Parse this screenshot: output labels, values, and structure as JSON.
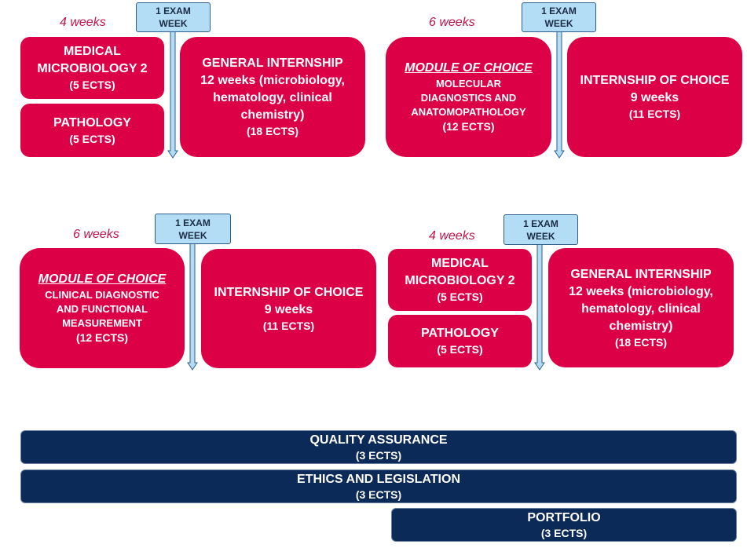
{
  "q1": {
    "weeks": "4 weeks",
    "exam": [
      "1 EXAM",
      "WEEK"
    ],
    "box_a": [
      "MEDICAL",
      "MICROBIOLOGY 2",
      "(5 ECTS)"
    ],
    "box_b": [
      "PATHOLOGY",
      "(5 ECTS)"
    ],
    "box_c": [
      "GENERAL INTERNSHIP",
      "12 weeks (microbiology,",
      "hematology, clinical",
      "chemistry)",
      "(18 ECTS)"
    ]
  },
  "q2": {
    "weeks": "6 weeks",
    "exam": [
      "1 EXAM",
      "WEEK"
    ],
    "box_a": [
      "MODULE OF CHOICE",
      "MOLECULAR",
      "DIAGNOSTICS AND",
      "ANATOMOPATHOLOGY",
      "(12 ECTS)"
    ],
    "box_b": [
      "INTERNSHIP OF CHOICE",
      "9 weeks",
      "(11 ECTS)"
    ]
  },
  "q3": {
    "weeks": "6 weeks",
    "exam": [
      "1 EXAM",
      "WEEK"
    ],
    "box_a": [
      "MODULE OF CHOICE",
      "CLINICAL DIAGNOSTIC",
      "AND FUNCTIONAL",
      "MEASUREMENT",
      "(12 ECTS)"
    ],
    "box_b": [
      "INTERNSHIP OF CHOICE",
      "9 weeks",
      "(11 ECTS)"
    ]
  },
  "q4": {
    "weeks": "4 weeks",
    "exam": [
      "1 EXAM",
      "WEEK"
    ],
    "box_a": [
      "MEDICAL",
      "MICROBIOLOGY 2",
      "(5 ECTS)"
    ],
    "box_b": [
      "PATHOLOGY",
      "(5 ECTS)"
    ],
    "box_c": [
      "GENERAL INTERNSHIP",
      "12 weeks (microbiology,",
      "hematology, clinical",
      "chemistry)",
      "(18 ECTS)"
    ]
  },
  "bars": {
    "quality": [
      "QUALITY ASSURANCE",
      "(3 ECTS)"
    ],
    "ethics": [
      "ETHICS AND LEGISLATION",
      "(3 ECTS)"
    ],
    "portfolio": [
      "PORTFOLIO",
      "(3 ECTS)"
    ]
  },
  "colors": {
    "module": "#dc0046",
    "exam": "#b3dcf5",
    "bar": "#0c2a57",
    "weeks_text": "#c0144a"
  }
}
